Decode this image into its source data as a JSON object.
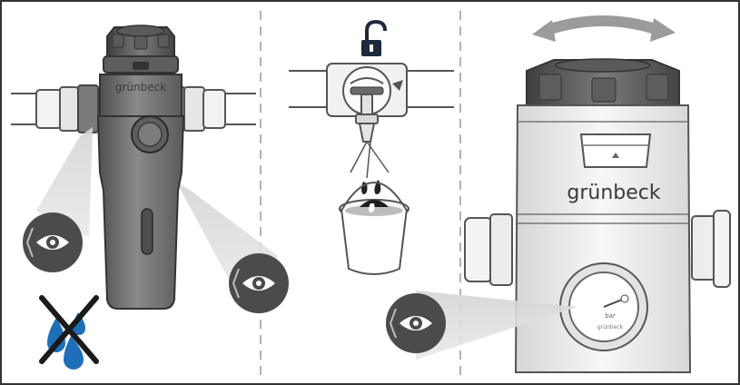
{
  "panels": {
    "left": {
      "brand_text": "grünbeck"
    },
    "middle": {
      "lock_state": "unlocked"
    },
    "right": {
      "brand_text": "grünbeck",
      "gauge_brand": "grünbeck",
      "gauge_unit": "bar"
    }
  },
  "icons": {
    "eye": "eye-icon",
    "no_water": "no-water-drops-icon",
    "unlock": "unlock-padlock-icon",
    "rotate": "rotate-arrow-icon"
  },
  "colors": {
    "frame": "#333333",
    "device_dark": "#6f6f6f",
    "device_light": "#e8e8e8",
    "water_blue": "#1f6fb8",
    "eye_badge": "#4a4a4a",
    "view_cone": "#c9c9c9"
  }
}
